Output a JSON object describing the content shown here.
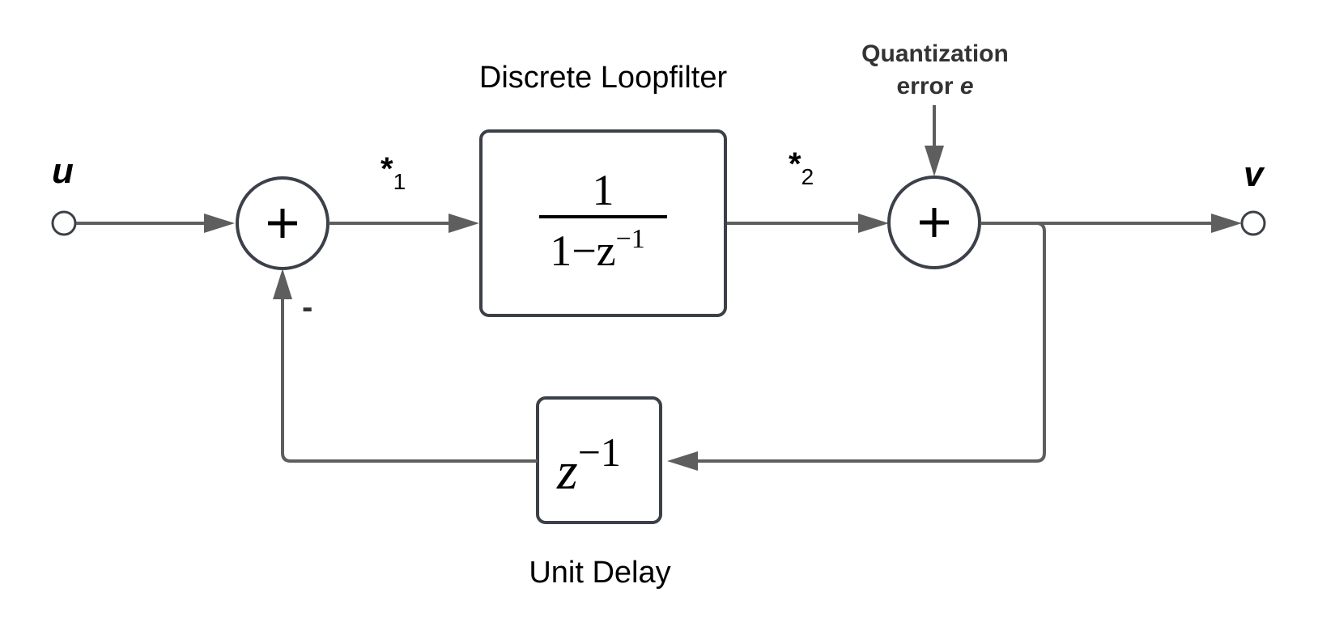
{
  "diagram": {
    "type": "block-diagram",
    "input": {
      "label": "u"
    },
    "output": {
      "label": "v"
    },
    "signals": [
      {
        "id": "s1",
        "label": "*",
        "subscript": "1"
      },
      {
        "id": "s2",
        "label": "*",
        "subscript": "2"
      }
    ],
    "loop_filter": {
      "title": "Discrete Loopfilter",
      "numerator": "1",
      "denominator_prefix": "1−z",
      "denominator_exponent": "−1"
    },
    "quantization": {
      "line1": "Quantization",
      "line2_prefix": "error ",
      "line2_var": "e"
    },
    "summers": [
      {
        "id": "sum1",
        "symbol": "+",
        "feedback_sign": "-"
      },
      {
        "id": "sum2",
        "symbol": "+"
      }
    ],
    "delay": {
      "title": "Unit Delay",
      "base": "z",
      "exponent": "−1"
    },
    "colors": {
      "wire": "#5e5e5e",
      "outline": "#3b4049",
      "text": "#000000",
      "annotation": "#333333"
    }
  }
}
